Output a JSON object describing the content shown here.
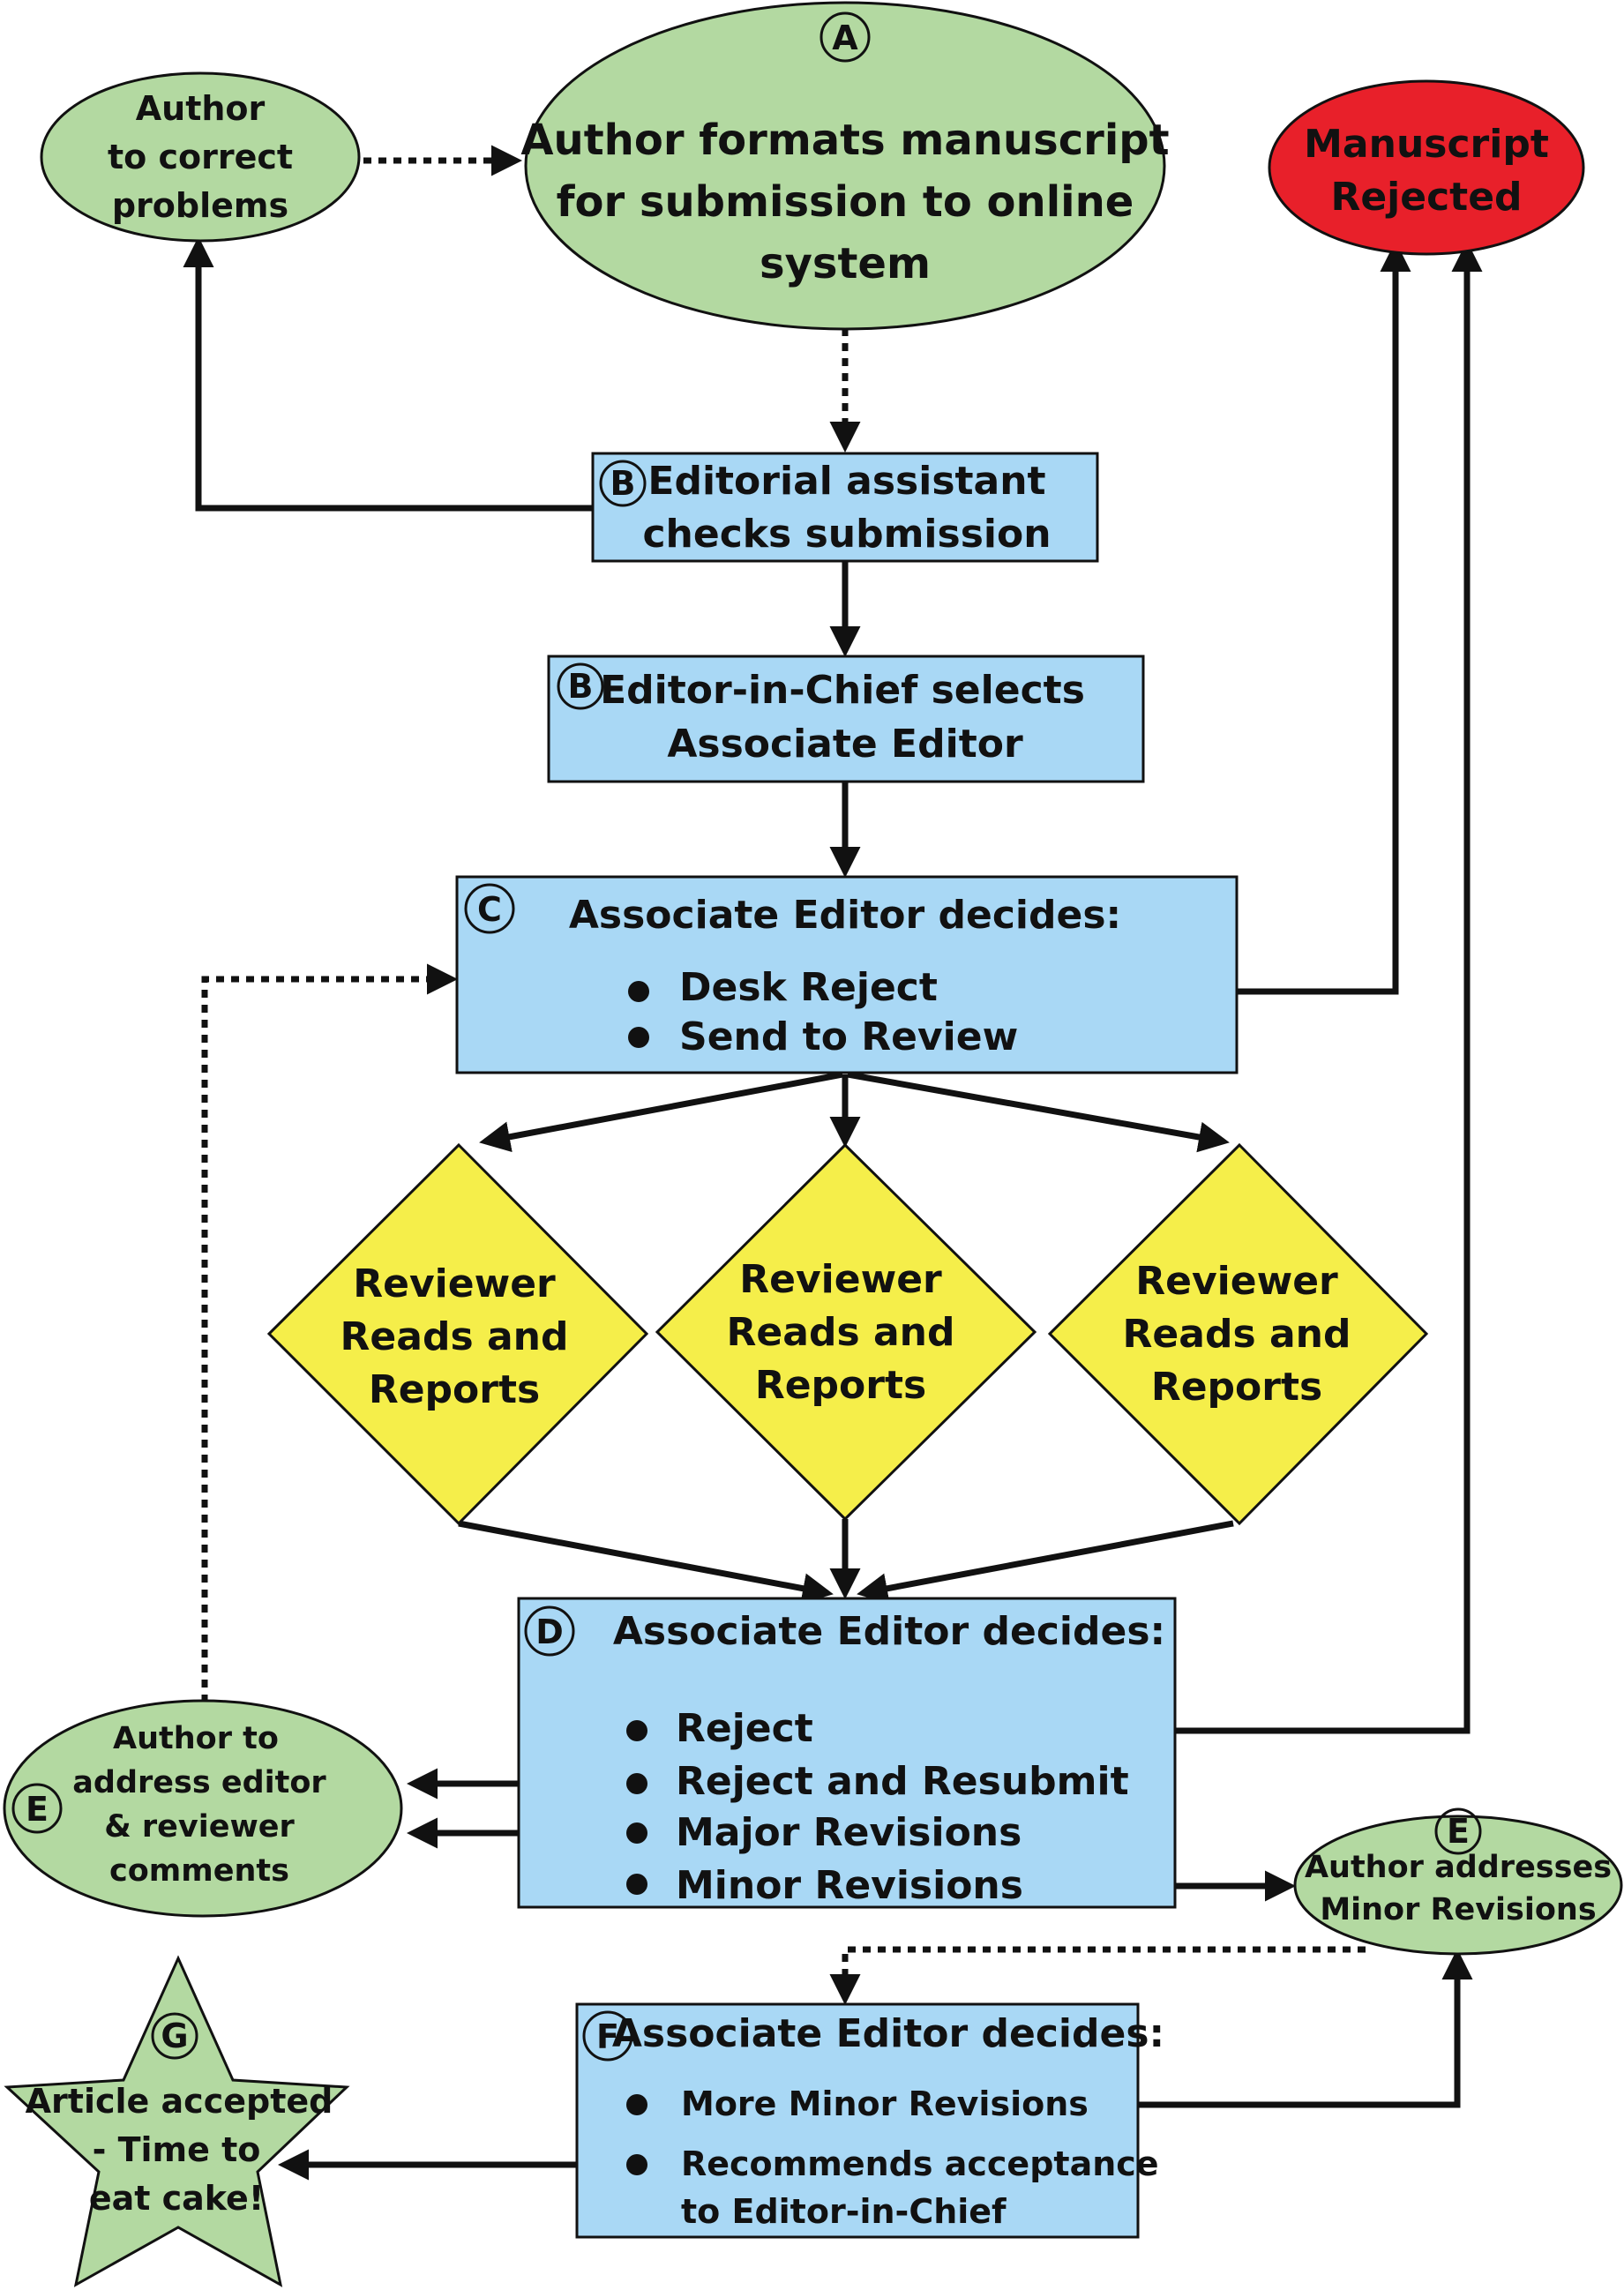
{
  "colors": {
    "green": "#b3d9a1",
    "blue": "#a9d8f5",
    "yellow": "#f5ee4a",
    "red": "#e8202a",
    "stroke": "#111111"
  },
  "nodes": {
    "author_formats": {
      "letter": "A",
      "lines": [
        "Author formats manuscript",
        "for submission to online",
        "system"
      ]
    },
    "author_correct": {
      "lines": [
        "Author",
        "to correct",
        "problems"
      ]
    },
    "manuscript_rejected": {
      "lines": [
        "Manuscript",
        "Rejected"
      ]
    },
    "editorial_assistant": {
      "letter": "B",
      "lines": [
        "Editorial assistant",
        "checks submission"
      ]
    },
    "editor_in_chief": {
      "letter": "B",
      "lines": [
        "Editor-in-Chief selects",
        "Associate Editor"
      ]
    },
    "decision_c": {
      "letter": "C",
      "title": "Associate Editor decides:",
      "options": [
        "Desk Reject",
        "Send to Review"
      ]
    },
    "reviewers": [
      {
        "lines": [
          "Reviewer",
          "Reads and",
          "Reports"
        ]
      },
      {
        "lines": [
          "Reviewer",
          "Reads and",
          "Reports"
        ]
      },
      {
        "lines": [
          "Reviewer",
          "Reads and",
          "Reports"
        ]
      }
    ],
    "decision_d": {
      "letter": "D",
      "title": "Associate Editor decides:",
      "options": [
        "Reject",
        "Reject and Resubmit",
        "Major Revisions",
        "Minor Revisions"
      ]
    },
    "author_address": {
      "letter": "E",
      "lines": [
        "Author to",
        "address editor",
        "& reviewer",
        "comments"
      ]
    },
    "author_minor": {
      "letter": "E",
      "lines": [
        "Author addresses",
        "Minor Revisions"
      ]
    },
    "decision_f": {
      "letter": "F",
      "title": "Associate Editor decides:",
      "options": [
        "More Minor Revisions",
        "Recommends acceptance",
        "to Editor-in-Chief"
      ]
    },
    "accepted": {
      "letter": "G",
      "lines": [
        "Article accepted",
        "- Time to",
        "eat cake!"
      ]
    }
  }
}
